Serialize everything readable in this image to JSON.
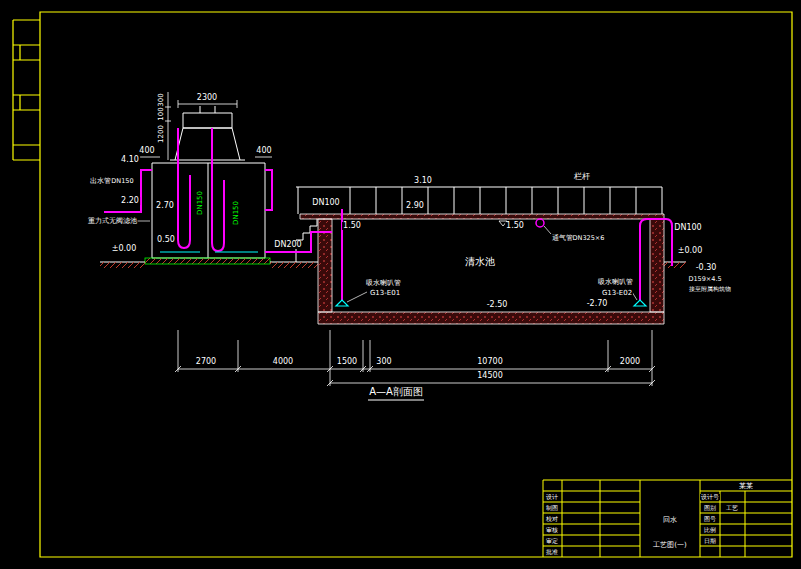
{
  "diagram": {
    "caption": "A—A剖面图",
    "nodes": [
      {
        "text": [
          "DN150",
          "DN150"
        ]
      },
      {
        "text": [
          "清水池"
        ]
      }
    ],
    "edges": [
      {
        "from": 0,
        "to": 1,
        "label": "DN200",
        "arrow": "none"
      }
    ],
    "labels": [
      "2300",
      "300",
      "100",
      "1200",
      "400",
      "400",
      "4.10",
      "出水管DN150",
      "2.20",
      "重力式无阀滤池",
      "2.70",
      "0.50",
      "±0.00",
      "DN100",
      "1.50",
      "3.10",
      "2.90",
      "栏杆",
      "1.50",
      "通气管DN325×6",
      "DN100",
      "±0.00",
      "-0.30",
      "D159×4.5",
      "接至附属构筑物",
      "吸水喇叭管",
      "G13-E01",
      "-2.50",
      "吸水喇叭管",
      "G13-E02",
      "-2.70",
      "2700",
      "4000",
      "1500",
      "300",
      "10700",
      "2000",
      "14500",
      "设计",
      "制图",
      "校对",
      "审核",
      "审定",
      "批准",
      "回水",
      "工艺图(一)",
      "某某",
      "设计号",
      "图别",
      "图号",
      "比例",
      "日期",
      "工艺"
    ]
  }
}
